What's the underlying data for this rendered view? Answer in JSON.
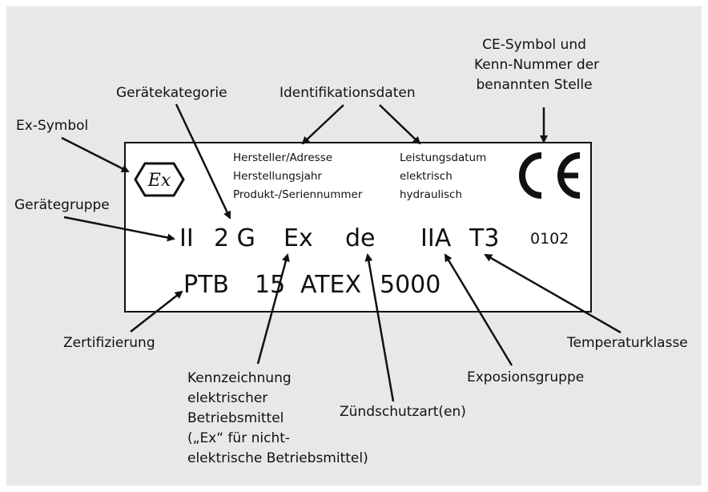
{
  "callouts": {
    "ce_symbol": [
      "CE-Symbol und",
      "Kenn-Nummer der",
      "benannten Stelle"
    ],
    "geraetekategorie": "Gerätekategorie",
    "identifikationsdaten": "Identifikationsdaten",
    "ex_symbol": "Ex-Symbol",
    "geraetegruppe": "Gerätegruppe",
    "zertifizierung": "Zertifizierung",
    "kennzeichnung": [
      "Kennzeichnung",
      "elektrischer",
      "Betriebsmittel",
      "(„Ex“ für nicht-",
      "elektrische Betriebsmittel)"
    ],
    "zuendschutzart": "Zündschutzart(en)",
    "explosionsgruppe": "Exposionsgruppe",
    "temperaturklasse": "Temperaturklasse"
  },
  "plate": {
    "ex_logo": "Ex",
    "ce_mark": "CE",
    "id_left": [
      "Hersteller/Adresse",
      "Herstellungsjahr",
      "Produkt-/Seriennummer"
    ],
    "id_right": [
      "Leistungsdatum",
      "elektrisch",
      "hydraulisch"
    ],
    "marking": {
      "group": "II",
      "category": "2 G",
      "ex": "Ex",
      "protection": "de",
      "gas_group": "IIA",
      "temp_class": "T3",
      "notified_body": "0102"
    },
    "certificate": {
      "body": "PTB",
      "year": "15",
      "scheme": "ATEX",
      "number": "5000"
    }
  },
  "colors": {
    "panel": "#e8e8e8",
    "plate": "#ffffff",
    "ink": "#111111"
  }
}
